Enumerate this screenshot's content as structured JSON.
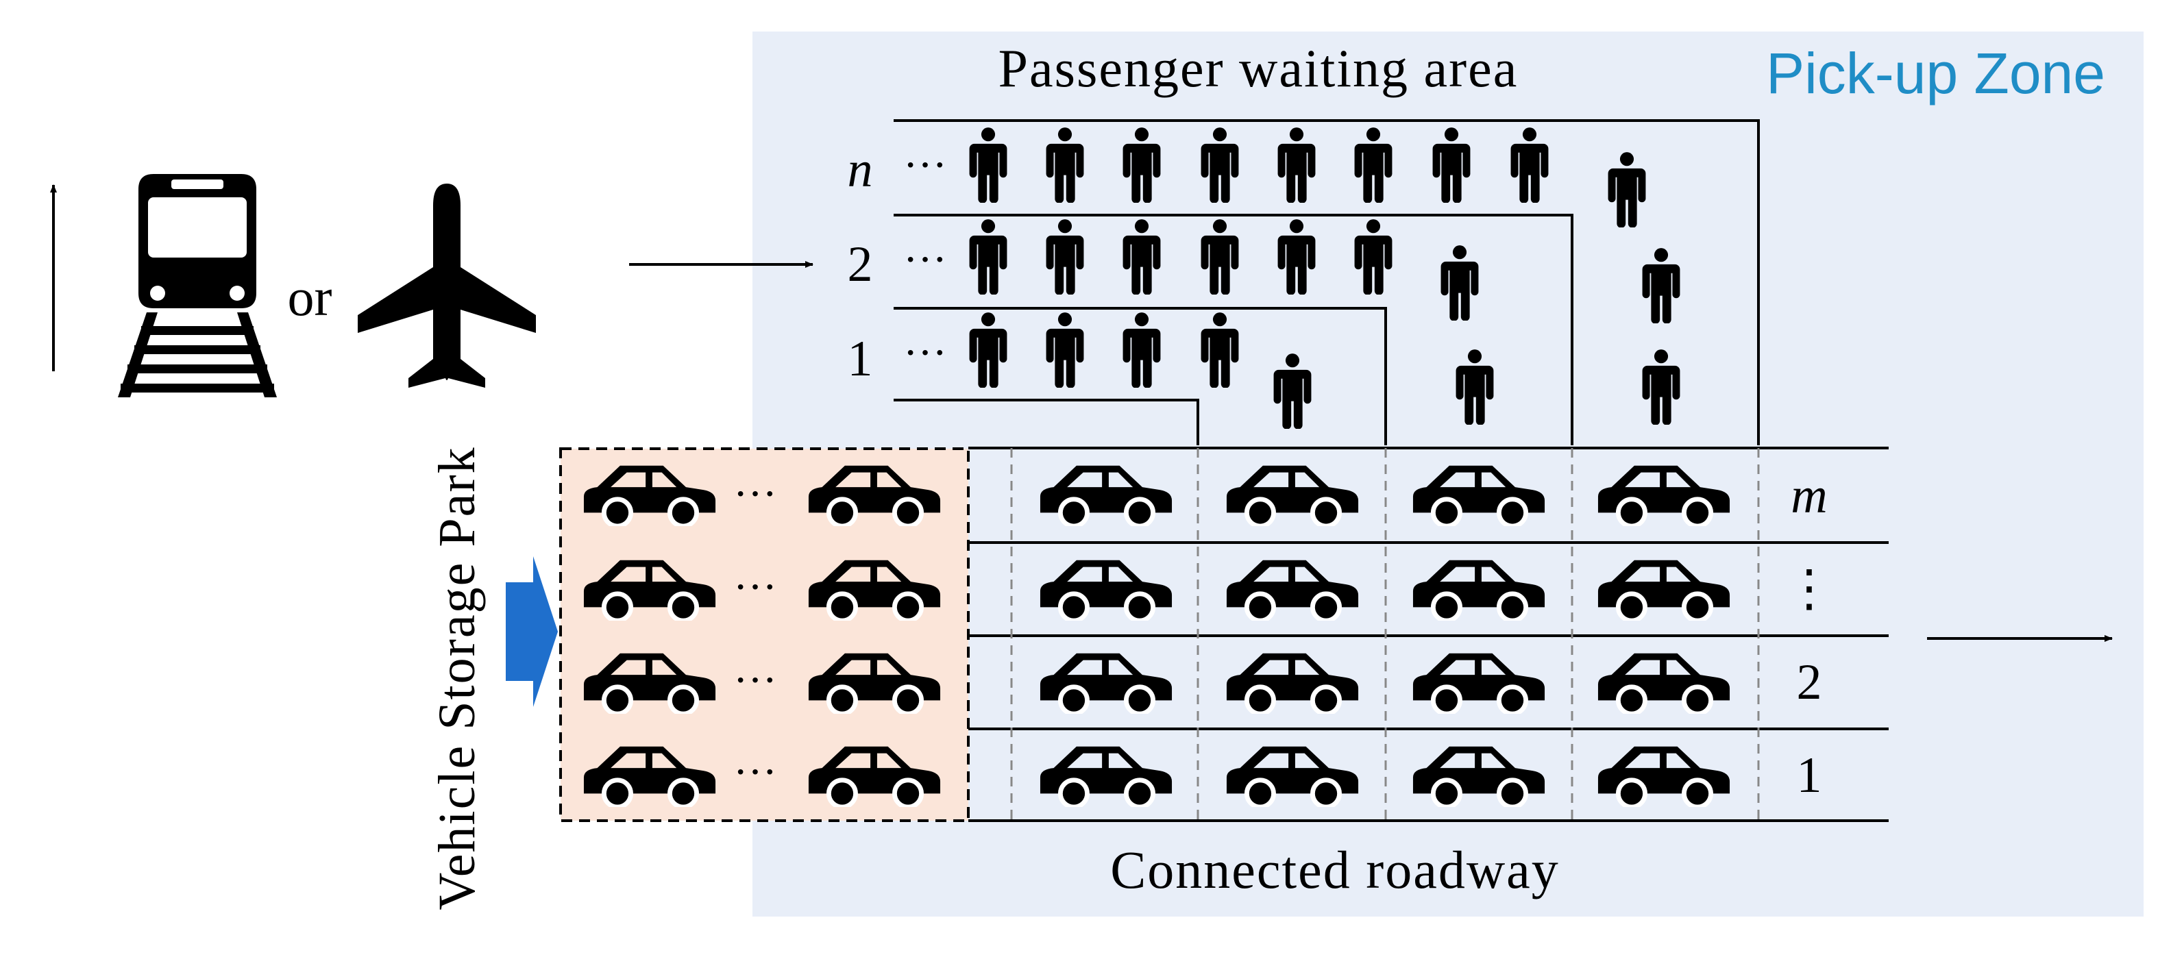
{
  "labels": {
    "zone": "Pick-up Zone",
    "waiting_area": "Passenger waiting area",
    "roadway": "Connected roadway",
    "storage_park": "Vehicle Storage Park",
    "or": "or",
    "ellipsis": "···"
  },
  "queues": [
    {
      "label": "n",
      "italic": true
    },
    {
      "label": "2",
      "italic": false
    },
    {
      "label": "1",
      "italic": false
    }
  ],
  "lanes": [
    {
      "label": "m",
      "italic": true
    },
    {
      "label": "⋮",
      "italic": false
    },
    {
      "label": "2",
      "italic": false
    },
    {
      "label": "1",
      "italic": false
    }
  ],
  "colors": {
    "zone_background": "#e8eef8",
    "storage_background": "#fbe5d9",
    "zone_label": "#1f8dc6",
    "entry_arrow": "#1f6fcc",
    "ink": "#000000",
    "lane_divider": "#888888"
  },
  "icons": [
    "train-icon",
    "airplane-icon",
    "person-icon",
    "car-icon",
    "arrow-icon"
  ]
}
